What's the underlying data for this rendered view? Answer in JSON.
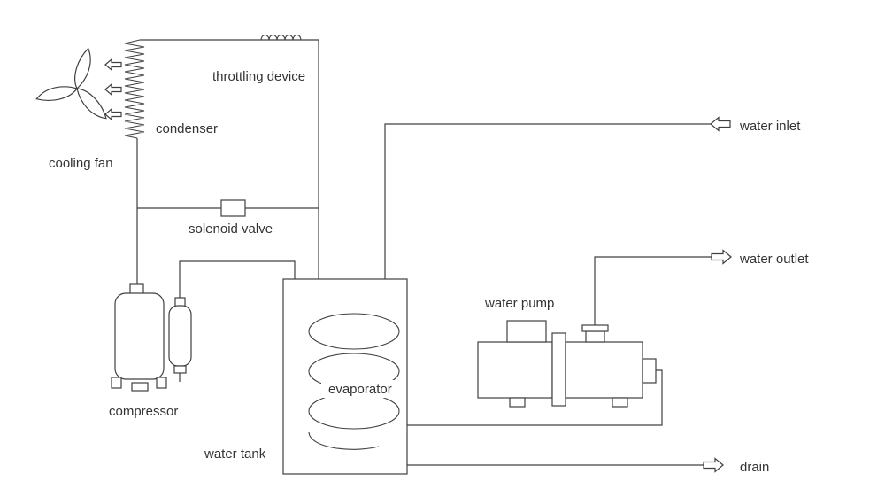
{
  "diagram_title": "water chiller refrigeration flow diagram",
  "colors": {
    "line": "#404040",
    "text": "#333333",
    "background": "#ffffff"
  },
  "labels": {
    "cooling_fan": "cooling fan",
    "condenser": "condenser",
    "throttling_device": "throttling device",
    "solenoid_valve": "solenoid valve",
    "compressor": "compressor",
    "water_tank": "water tank",
    "evaporator": "evaporator",
    "water_pump": "water pump",
    "water_inlet": "water inlet",
    "water_outlet": "water outlet",
    "drain": "drain"
  },
  "icons": {
    "cooling_fan": "fan-blades",
    "airflow": "block-arrow-left",
    "water_inlet": "block-arrow-left",
    "water_outlet": "block-arrow-right",
    "drain": "block-arrow-right"
  }
}
